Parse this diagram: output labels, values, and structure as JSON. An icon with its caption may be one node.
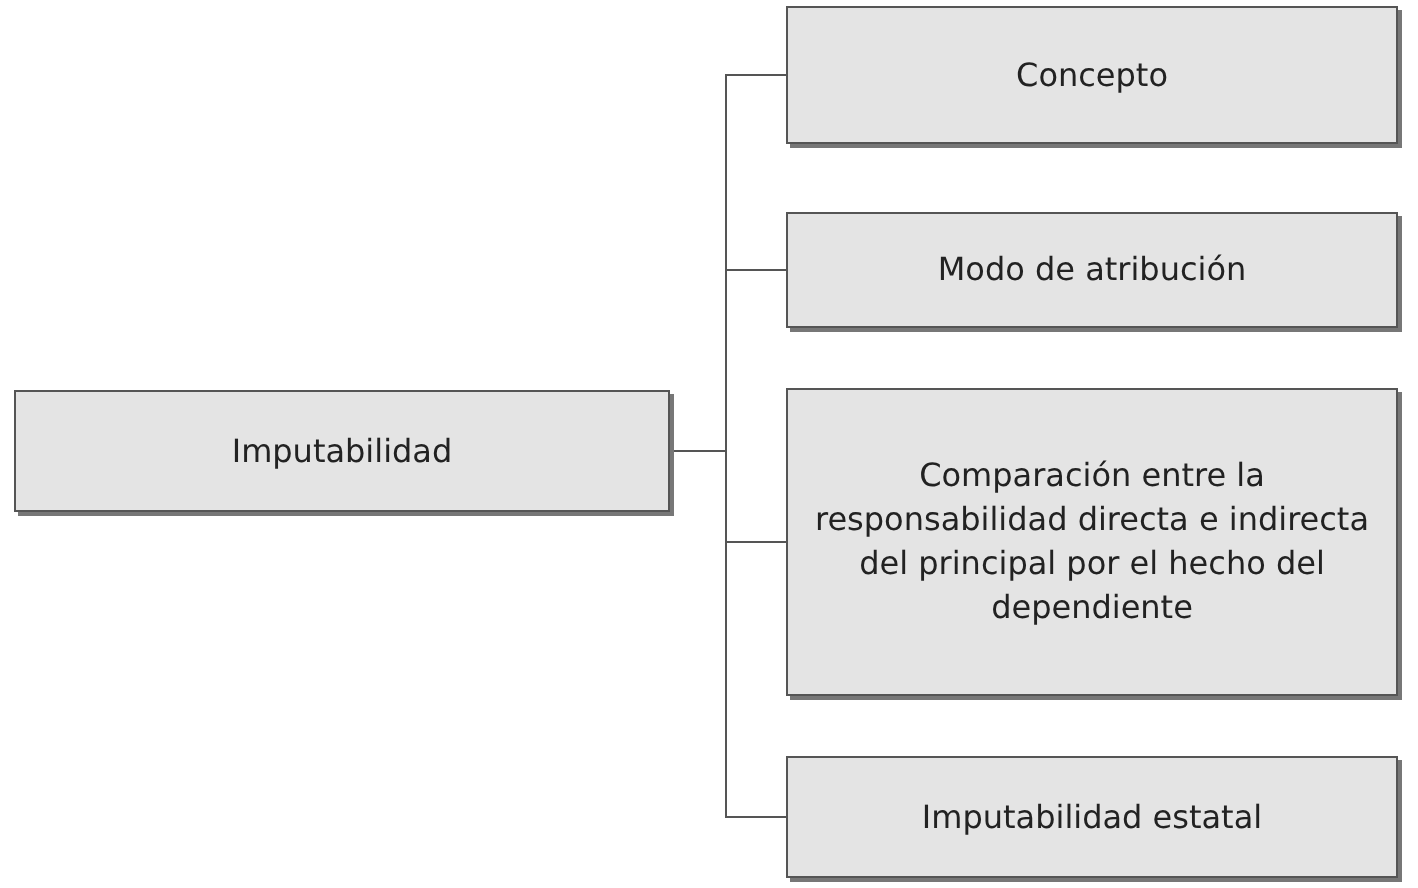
{
  "diagram": {
    "nodes": [
      {
        "text": [
          "Imputabilidad"
        ]
      },
      {
        "text": [
          "Concepto"
        ]
      },
      {
        "text": [
          "Modo de atribución"
        ]
      },
      {
        "text": [
          "Comparación entre la responsabilidad directa e indirecta del principal por el hecho del dependiente"
        ]
      },
      {
        "text": [
          "Imputabilidad estatal"
        ]
      }
    ],
    "edges": [
      {
        "from": 0,
        "to": 1,
        "arrow": "none"
      },
      {
        "from": 0,
        "to": 2,
        "arrow": "none"
      },
      {
        "from": 0,
        "to": 3,
        "arrow": "none"
      },
      {
        "from": 0,
        "to": 4,
        "arrow": "none"
      }
    ]
  }
}
